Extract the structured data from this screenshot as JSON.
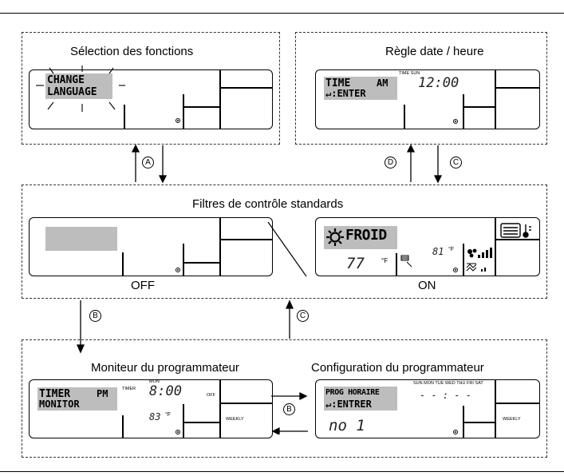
{
  "panels": {
    "function_select": {
      "title": "Sélection des fonctions",
      "line1": "CHANGE",
      "line2": "LANGUAGE"
    },
    "clock_set": {
      "title": "Règle date / heure",
      "line1a": "TIME",
      "line1b": "AM",
      "line2": "↵:ENTER",
      "caption": "TIME  SUN",
      "time": "12:00"
    },
    "standard": {
      "title": "Filtres de contrôle standards",
      "off_label": "OFF",
      "on_label": "ON",
      "mode": "FROID",
      "temp": "77",
      "unit": "°F",
      "room_temp": "81"
    },
    "timer_monitor": {
      "title": "Moniteur du programmateur",
      "line1a": "TIMER",
      "line1b": "PM",
      "line2": "MONITOR",
      "caption_timer": "TIMER",
      "caption_day": "MON",
      "time": "8:00",
      "off": "OFF",
      "temp": "83",
      "unit": "°F",
      "weekly": "WEEKLY"
    },
    "timer_config": {
      "title": "Configuration du programmateur",
      "line1": "PROG HORAIRE",
      "line2": "↵:ENTRER",
      "days": "SUN MON TUE WED THU FRI SAT",
      "time": "- - : - -",
      "program": "no 1",
      "weekly": "WEEKLY"
    }
  },
  "arrows": {
    "a": "A",
    "b": "B",
    "c": "C",
    "d": "D"
  }
}
